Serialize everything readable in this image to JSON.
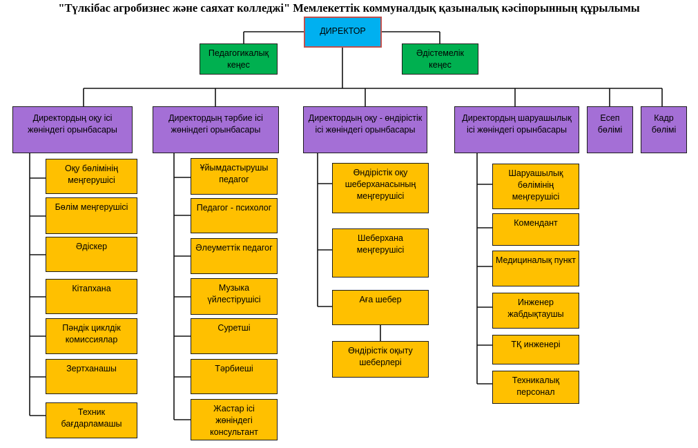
{
  "title": "\"Түлкібас агробизнес және саяхат колледжі\" Мемлекеттік коммуналдық қазыналық кәсіпорынның құрылымы",
  "colors": {
    "director": "#00b0f0",
    "council": "#00b050",
    "deputy": "#a46fd6",
    "unit": "#ffc000"
  },
  "director": "ДИРЕКТОР",
  "councils": [
    "Педагогикалық кеңес",
    "Әдістемелік кеңес"
  ],
  "deputies": [
    "Директордың оқу ісі жөніндегі орынбасары",
    "Директордың тәрбие ісі жөніндегі орынбасары",
    "Директордың оқу - өндірістік ісі жөніндегі орынбасары",
    "Директордың шаруашылық ісі жөніндегі орынбасары",
    "Есеп бөлімі",
    "Кадр бөлімі"
  ],
  "units": {
    "col1": [
      "Оқу бөлімінің меңгерушісі",
      "Бөлім меңгерушісі",
      "Әдіскер",
      "Кітапхана",
      "Пәндік циклдік комиссиялар",
      "Зертханашы",
      "Техник бағдарламашы"
    ],
    "col2": [
      "Ұйымдастырушы педагог",
      "Педагог - психолог",
      "Әлеуметтік педагог",
      "Музыка үйлестірушісі",
      "Суретші",
      "Тәрбиеші",
      "Жастар ісі жөніндегі консультант"
    ],
    "col3": [
      "Өндірістік оқу шеберханасының меңгерушісі",
      "Шеберхана меңгерушісі",
      "Аға шебер",
      "Өндірістік оқыту шеберлері"
    ],
    "col4": [
      "Шаруашылық бөлімінің меңгерушісі",
      "Комендант",
      "Медициналық пункт",
      "Инженер жабдықтаушы",
      "ТҚ инженері",
      "Техникалық персонал"
    ]
  }
}
